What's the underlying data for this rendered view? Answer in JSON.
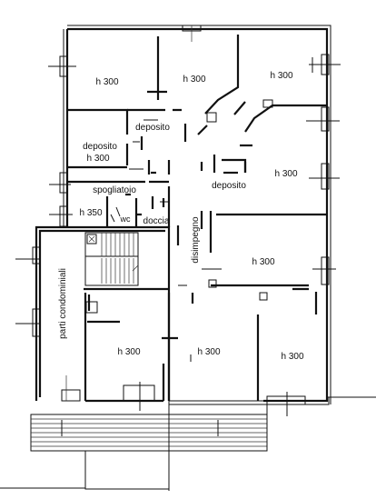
{
  "labels": {
    "room_nw": "h 300",
    "room_n": "h 300",
    "room_ne": "h 300",
    "deposito_1": "deposito",
    "deposito_2": "deposito",
    "deposito_2_h": "h 300",
    "deposito_3": "deposito",
    "room_e": "h 300",
    "spogliatoio": "spogliatoio",
    "spogliatoio_h": "h 350",
    "wc": "wc",
    "doccia": "doccia",
    "disimpegno": "disimpegno",
    "room_e2": "h 300",
    "parti_condominiali": "parti condominiali",
    "room_sw": "h 300",
    "room_s": "h 300",
    "room_se": "h 300"
  }
}
